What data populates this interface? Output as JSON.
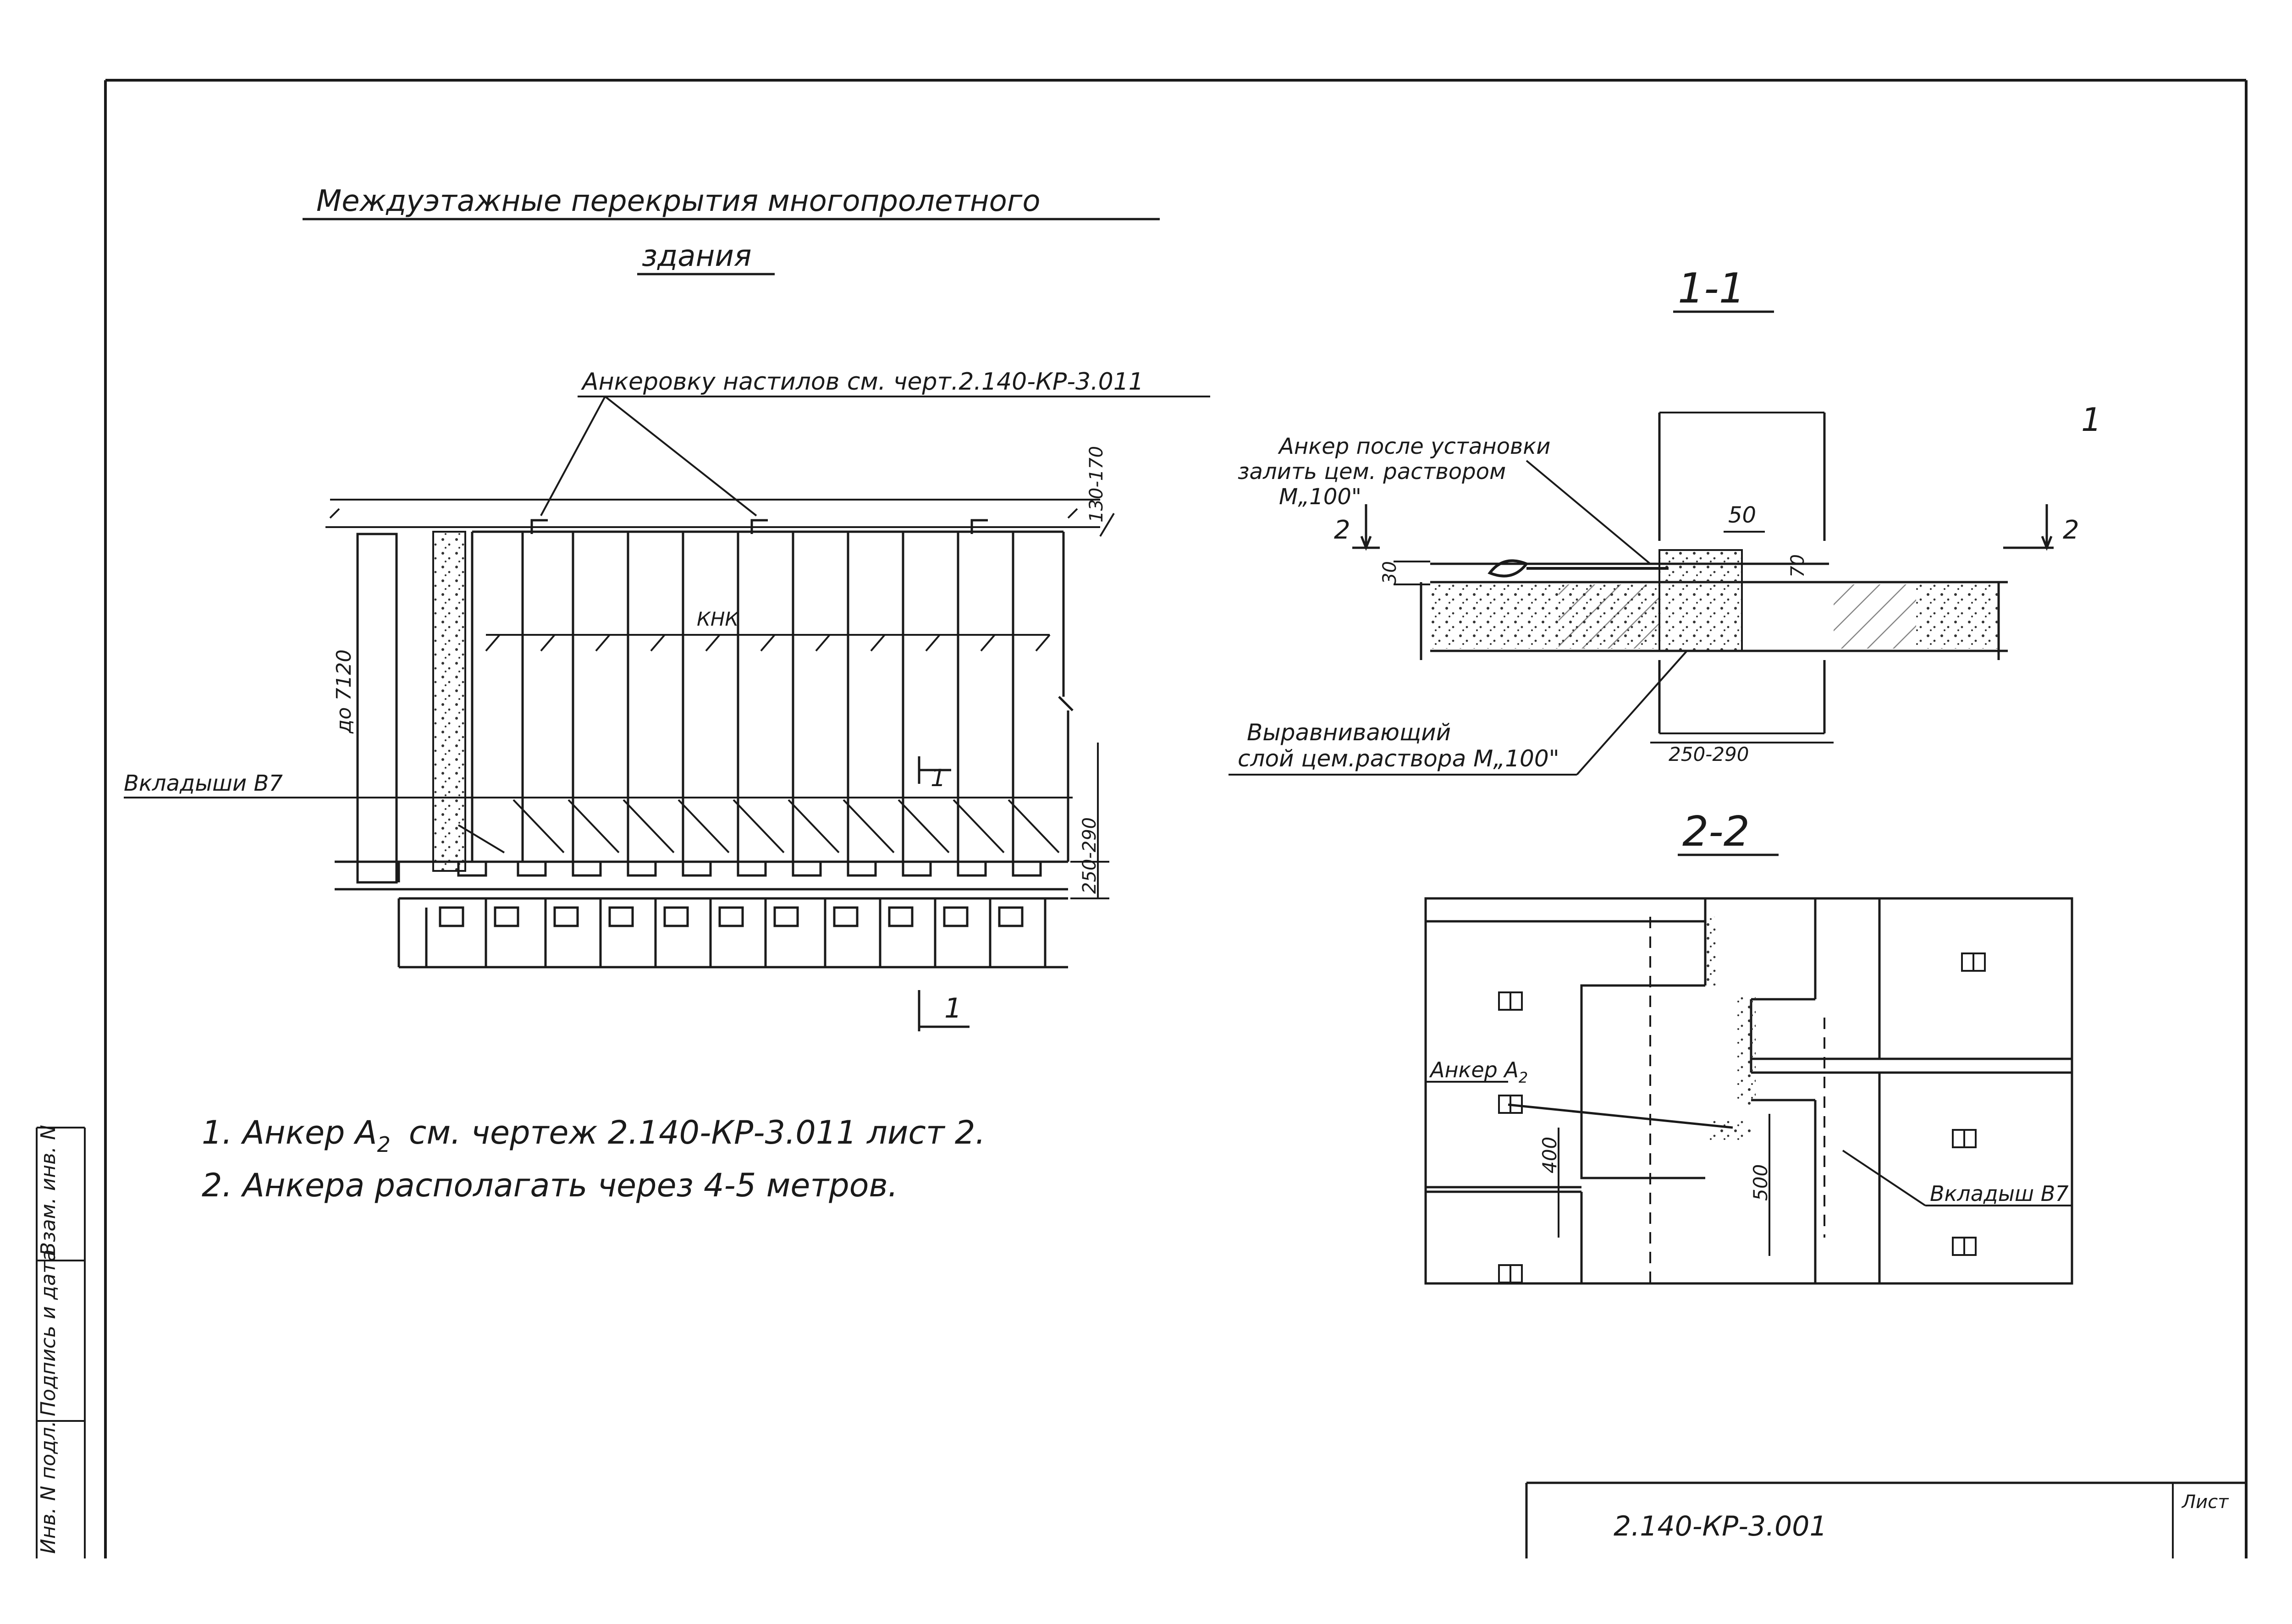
{
  "title": {
    "line1": "Междуэтажные перекрытия многопролетного",
    "line2": "здания"
  },
  "plan": {
    "anchoring_note": "Анкеровку настилов см. черт.2.140-КР-3.011",
    "dim_top": "130-170",
    "dim_height": "до 7120",
    "dim_bottom": "250-290",
    "slab_label": "КНК",
    "insert_label": "Вкладыши В7",
    "cut_mark_top": "1",
    "cut_mark_bottom": "1"
  },
  "section_1_1": {
    "title": "1-1",
    "anchor_note_line1": "Анкер после установки",
    "anchor_note_line2": "залить цем. раствором",
    "anchor_note_line3": "М„100\"",
    "dim_50": "50",
    "dim_70": "70",
    "dim_30": "30",
    "dim_width": "250-290",
    "leveling_line1": "Выравнивающий",
    "leveling_line2": "слой цем.раствора М„100\"",
    "cut_left": "2",
    "cut_right": "2",
    "side_mark": "1"
  },
  "section_2_2": {
    "title": "2-2",
    "anchor_label": "Анкер А",
    "anchor_sub": "2",
    "dim_400": "400",
    "dim_500": "500",
    "insert_label": "Вкладыш В7"
  },
  "notes": {
    "note1_a": "1. Анкер А",
    "note1_sub": "2",
    "note1_b": "см. чертеж 2.140-КР-3.011 лист 2.",
    "note2": "2. Анкера располагать через 4-5 метров."
  },
  "stamp": {
    "drawing_code": "2.140-КР-3.001",
    "sheet_label": "Лист",
    "side_labels": [
      "Взам. инв. N",
      "Подпись и дата",
      "Инв. N подл."
    ]
  }
}
